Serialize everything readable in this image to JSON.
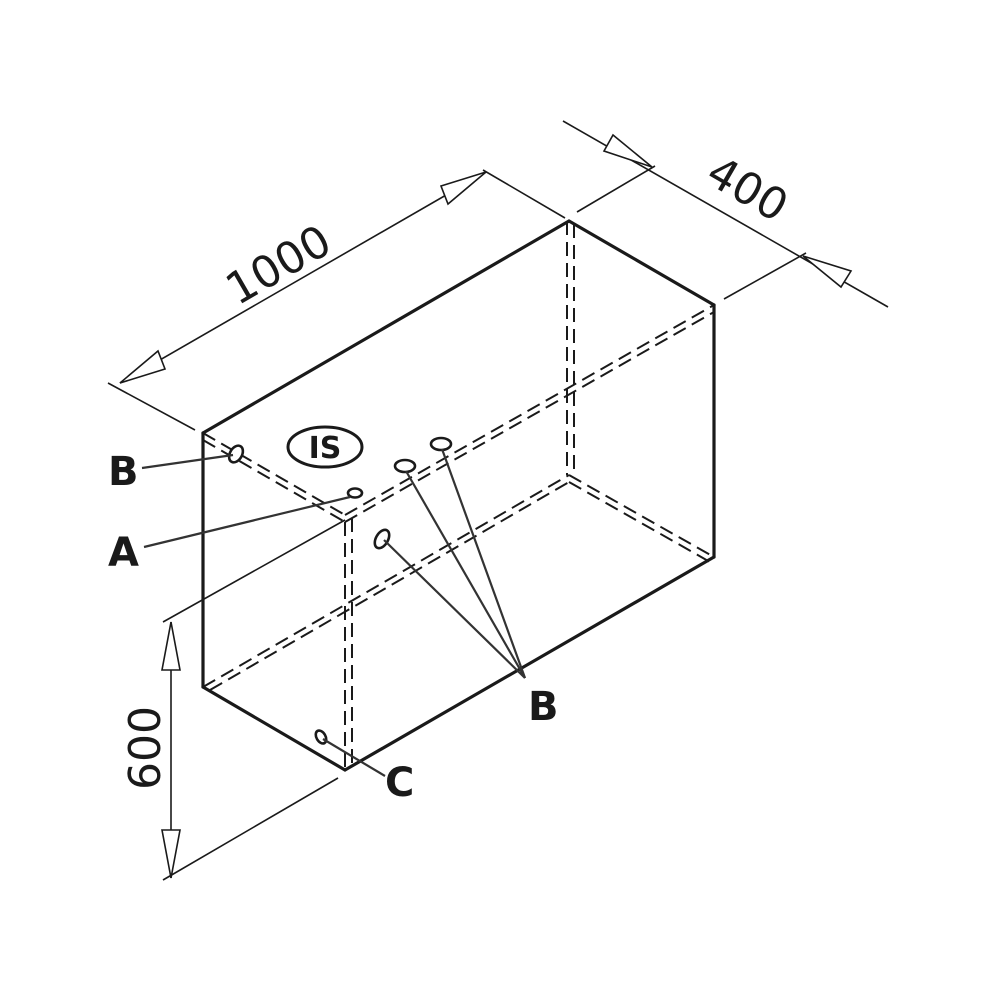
{
  "dimensions": {
    "length": "1000",
    "depth": "400",
    "height": "600"
  },
  "badge": {
    "text": "IS"
  },
  "callouts": {
    "b_left": "B",
    "a": "A",
    "b_group": "B",
    "c": "C"
  },
  "colors": {
    "line": "#1a1a1a",
    "background": "#ffffff"
  }
}
